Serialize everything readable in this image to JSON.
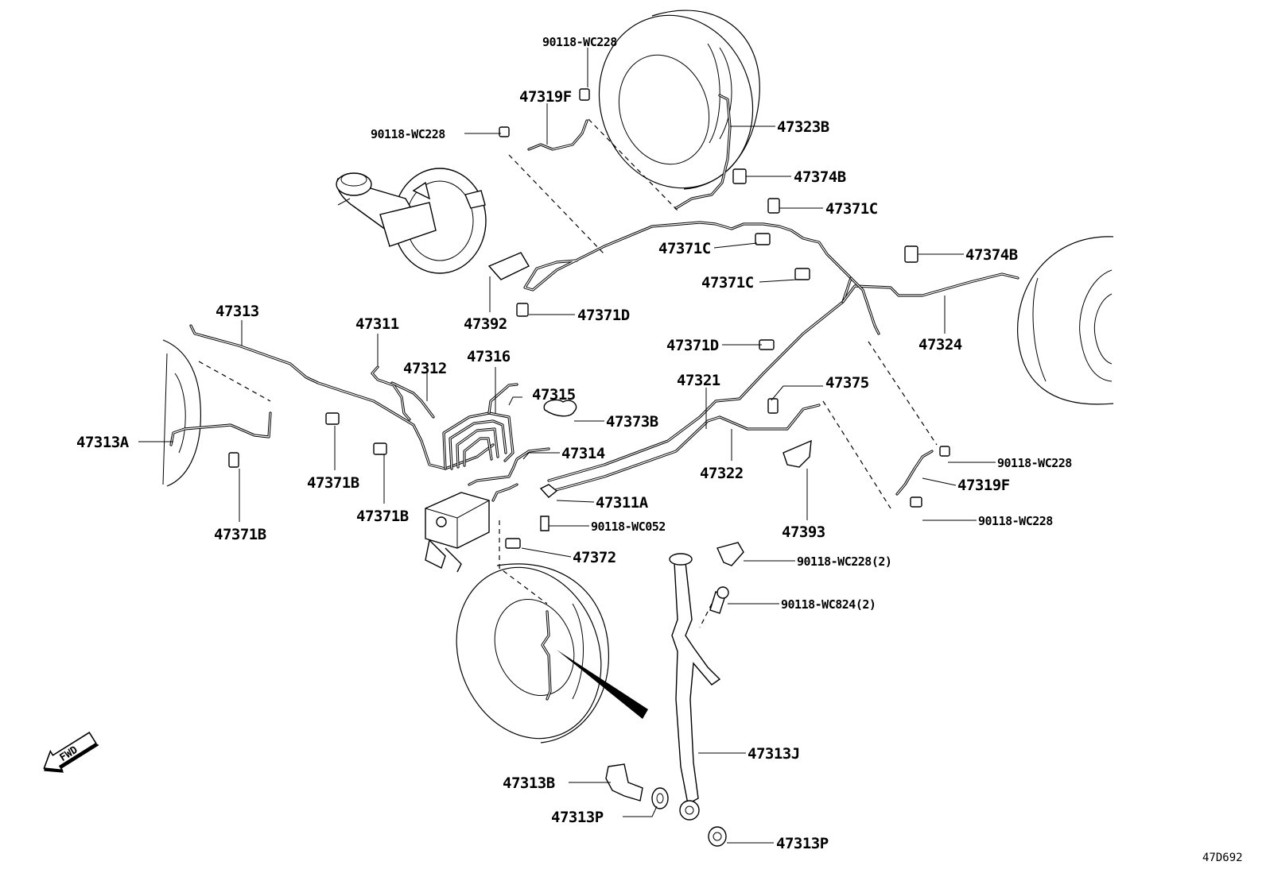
{
  "reference_code": "47D692",
  "fwd_label": "FWD",
  "labels": [
    {
      "text": "90118-WC228"
    },
    {
      "text": "47319F"
    },
    {
      "text": "90118-WC228"
    },
    {
      "text": "47323B"
    },
    {
      "text": "47374B"
    },
    {
      "text": "47371C"
    },
    {
      "text": "47371C"
    },
    {
      "text": "47374B"
    },
    {
      "text": "47371C"
    },
    {
      "text": "47392"
    },
    {
      "text": "47371D"
    },
    {
      "text": "47324"
    },
    {
      "text": "47313"
    },
    {
      "text": "47311"
    },
    {
      "text": "47371D"
    },
    {
      "text": "47312"
    },
    {
      "text": "47316"
    },
    {
      "text": "47321"
    },
    {
      "text": "47375"
    },
    {
      "text": "47315"
    },
    {
      "text": "47373B"
    },
    {
      "text": "47313A"
    },
    {
      "text": "47314"
    },
    {
      "text": "90118-WC228"
    },
    {
      "text": "47319F"
    },
    {
      "text": "47322"
    },
    {
      "text": "47371B"
    },
    {
      "text": "47311A"
    },
    {
      "text": "90118-WC228"
    },
    {
      "text": "47371B"
    },
    {
      "text": "90118-WC052"
    },
    {
      "text": "47393"
    },
    {
      "text": "47371B"
    },
    {
      "text": "47372"
    },
    {
      "text": "90118-WC228(2)"
    },
    {
      "text": "90118-WC824(2)"
    },
    {
      "text": "47313J"
    },
    {
      "text": "47313B"
    },
    {
      "text": "47313P"
    },
    {
      "text": "47313P"
    }
  ]
}
